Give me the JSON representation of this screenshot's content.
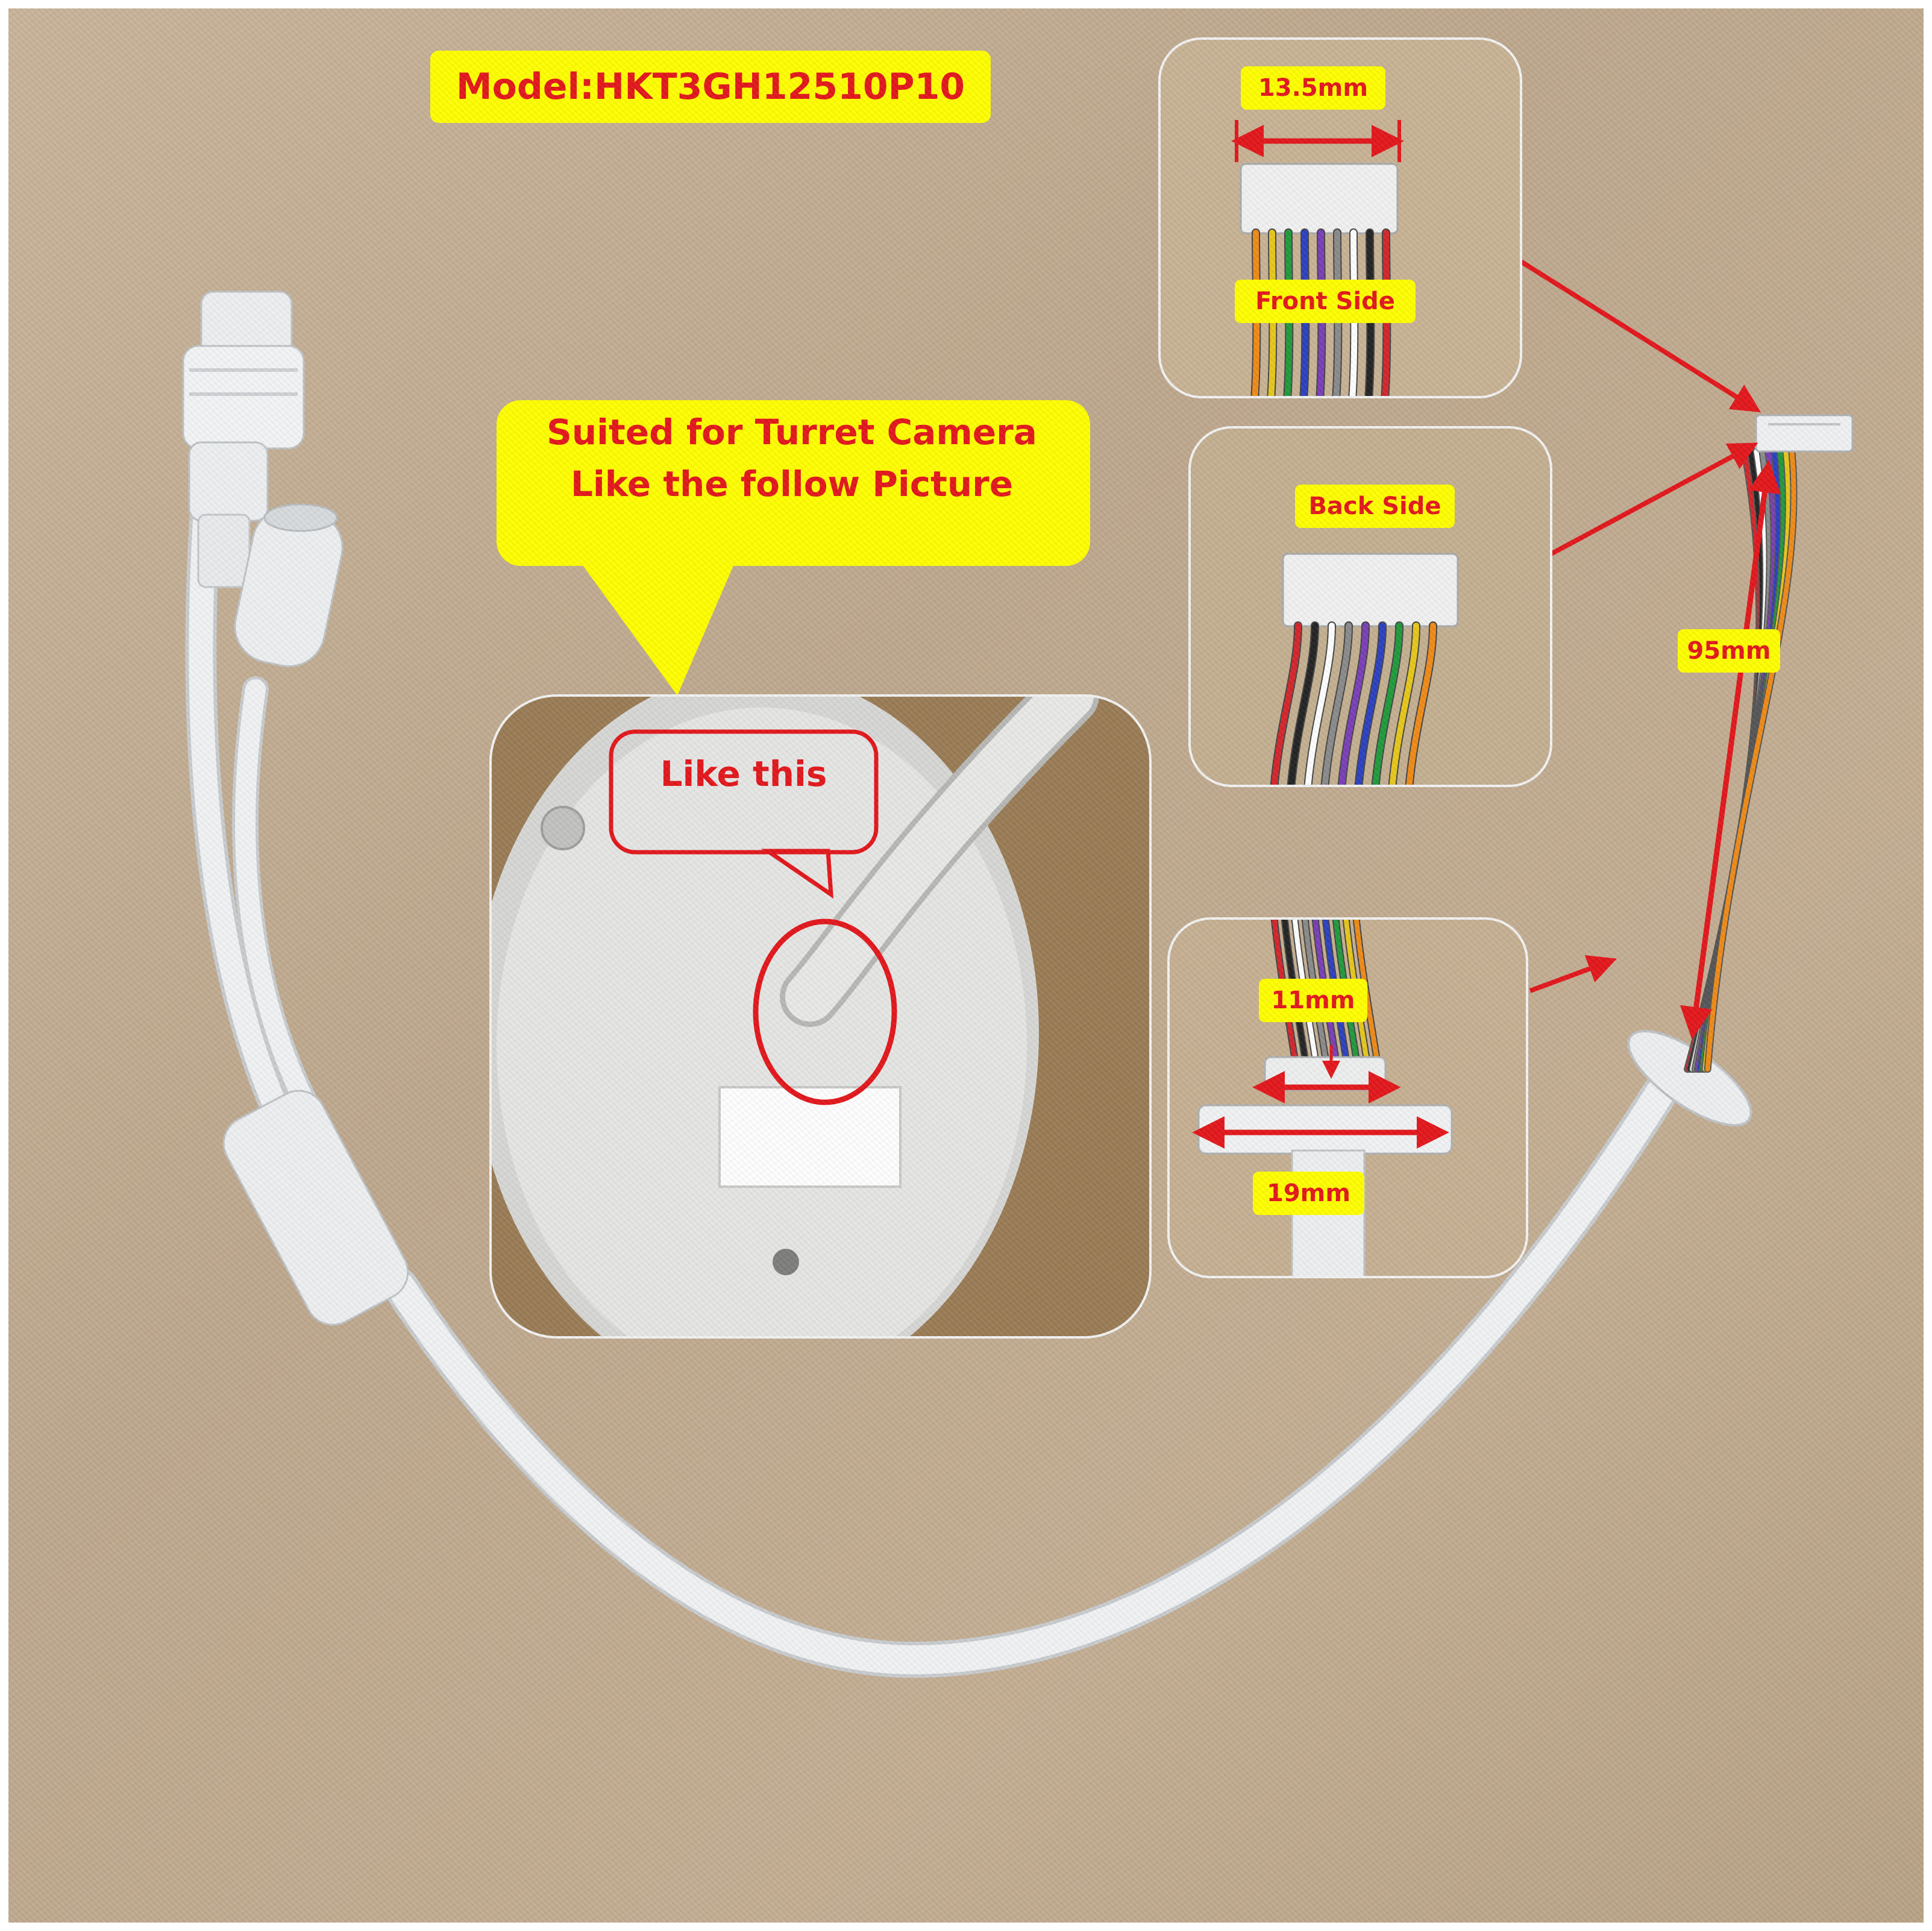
{
  "title_badge": {
    "text": "Model:HKT3GH12510P10"
  },
  "callout": {
    "line1": "Suited for Turret Camera",
    "line2": "Like the follow Picture"
  },
  "camera_inset": {
    "label": "Like this"
  },
  "connector_insets": {
    "front": {
      "width": "13.5mm",
      "side": "Front Side"
    },
    "back": {
      "side": "Back Side"
    },
    "grommet": {
      "inner": "11mm",
      "outer": "19mm"
    }
  },
  "wire_length": "95mm",
  "colors": {
    "annotation_red": "#e3161b",
    "tag_yellow": "#ffff00",
    "cable_white": "#eef0f1",
    "background_cardboard": "#c4ae93"
  },
  "wire_colors": [
    "#d4242a",
    "#222222",
    "#ffffff",
    "#8a8a8a",
    "#7a3db8",
    "#2a3fc2",
    "#1f9a3a",
    "#e7c71a",
    "#f08a16"
  ]
}
